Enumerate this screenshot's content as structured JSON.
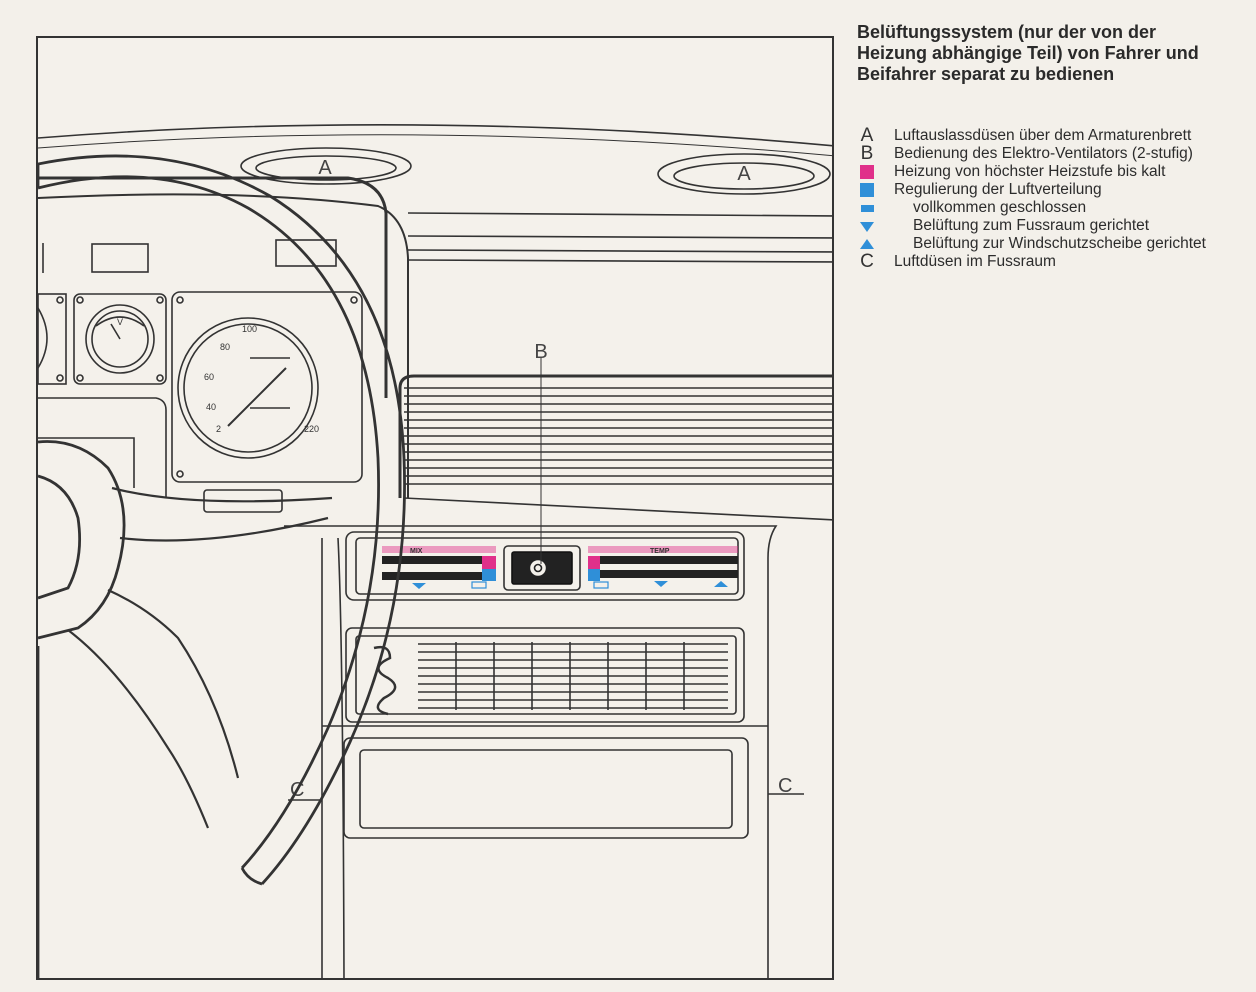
{
  "heading": [
    "Belüftungssystem (nur der von der",
    "Heizung abhängige Teil) von Fahrer und",
    "Beifahrer separat zu bedienen"
  ],
  "legend": [
    {
      "key": "A",
      "symbol": "letter",
      "text": "Luftauslassdüsen über dem Armaturenbrett",
      "indent": false
    },
    {
      "key": "B",
      "symbol": "letter",
      "text": "Bedienung des Elektro-Ventilators (2-stufig)",
      "indent": false
    },
    {
      "key": "",
      "symbol": "magenta-square",
      "text": "Heizung von höchster Heizstufe bis kalt",
      "indent": false
    },
    {
      "key": "",
      "symbol": "blue-square",
      "text": "Regulierung der Luftverteilung",
      "indent": false
    },
    {
      "key": "",
      "symbol": "blue-rectangle",
      "text": "vollkommen geschlossen",
      "indent": true
    },
    {
      "key": "",
      "symbol": "blue-triangle-down",
      "text": "Belüftung zum Fussraum gerichtet",
      "indent": true
    },
    {
      "key": "",
      "symbol": "blue-triangle-up",
      "text": "Belüftung zur Windschutzscheibe gerichtet",
      "indent": true
    },
    {
      "key": "C",
      "symbol": "letter",
      "text": "Luftdüsen im Fussraum",
      "indent": false
    }
  ],
  "diagram": {
    "label_a": "A",
    "label_b": "B",
    "label_c": "C",
    "slider_left_label": "MIX",
    "slider_right_label": "TEMP",
    "speedo_ticks": [
      "100",
      "80",
      "60",
      "40",
      "2",
      "220"
    ],
    "gauge_mark": "V"
  },
  "colors": {
    "magenta": "#e0308a",
    "blue": "#2f8fd8",
    "line": "#333333"
  }
}
